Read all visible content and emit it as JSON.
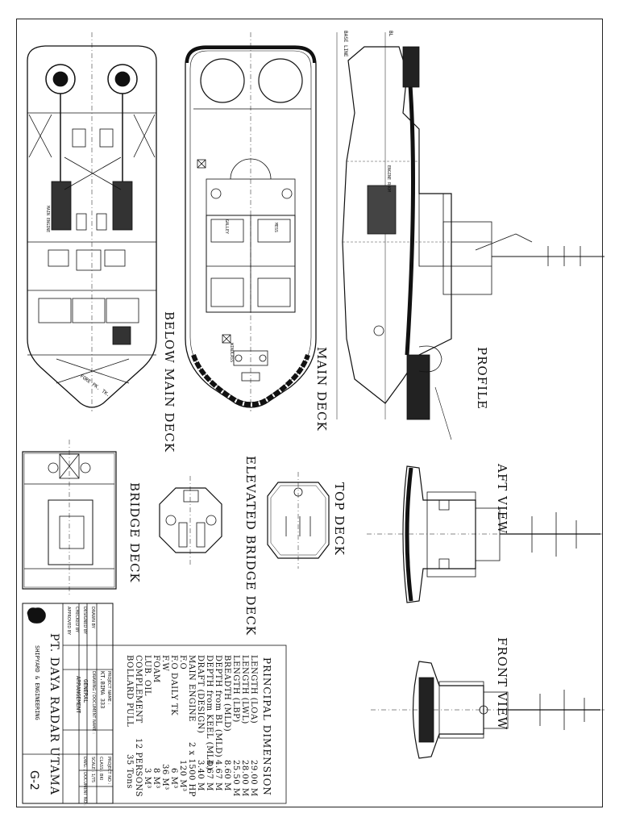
{
  "views": {
    "below_main_deck": "BELOW MAIN DECK",
    "main_deck": "MAIN DECK",
    "profile": "PROFILE",
    "aft_view": "AFT VIEW",
    "front_view": "FRONT VIEW",
    "bridge_deck": "BRIDGE DECK",
    "elevated_bridge_deck": "ELEVATED BRIDGE DECK",
    "top_deck": "TOP DECK"
  },
  "labels": {
    "base_line": "BASE LINE",
    "bl": "BL",
    "fore_pk_tk": "FORE PK. TK.",
    "main_engine_lbl": "MAIN ENGINE",
    "engine_room": "ENGINE ROOM",
    "galley": "GALLEY",
    "mess": "MESS",
    "windlass": "WINDLASS"
  },
  "principal_dimension": {
    "title": "PRINCIPAL DIMENSION",
    "rows": [
      {
        "label": "LENGTH (LOA)",
        "value": "29.00",
        "unit": "M"
      },
      {
        "label": "LENGTH (LWL)",
        "value": "28.00",
        "unit": "M"
      },
      {
        "label": "LENGTH (LBP)",
        "value": "25.50",
        "unit": "M"
      },
      {
        "label": "BREADTH (MLD)",
        "value": "8.60",
        "unit": "M"
      },
      {
        "label": "DEPTH from BL (MLD)",
        "value": "4.67",
        "unit": "M"
      },
      {
        "label": "DEPTH from KEEL (MLD)",
        "value": "4.67",
        "unit": "M"
      },
      {
        "label": "DRAFT (DESIGN)",
        "value": "3.40",
        "unit": "M"
      },
      {
        "label": "MAIN ENGINE",
        "value": "2 x 1500",
        "unit": "HP"
      },
      {
        "label": "F.O",
        "value": "120",
        "unit": "M³"
      },
      {
        "label": "F.O DAILY TK",
        "value": "6",
        "unit": "M³"
      },
      {
        "label": "F.W",
        "value": "36",
        "unit": "M³"
      },
      {
        "label": "FOAM",
        "value": "8",
        "unit": "M³"
      },
      {
        "label": "LUB. OIL",
        "value": "3",
        "unit": "M³"
      },
      {
        "label": "COMPLEMENT",
        "value": "12",
        "unit": "PERSONS"
      },
      {
        "label": "BOLLARD PULL",
        "value": "35",
        "unit": "Tons"
      }
    ]
  },
  "title_block": {
    "company": "PT. DAYA RADAR UTAMA",
    "subtitle": "SHIPYARD & ENGINEERING",
    "project_name_label": "PROJECT NAME :",
    "project_name": "KT.BIMA 333",
    "drawing_label": "DRAWING / DOCUMENT NAME :",
    "drawing_name_1": "GENERAL",
    "drawing_name_2": "ARRANGEMENT",
    "drawing_no": "G-2",
    "rows": [
      "DRAWN BY",
      "DESIGNED BY",
      "CHECKED BY",
      "APPROVED BY"
    ],
    "project_no_label": "PROJECT NO :",
    "class_label": "CLASS : BKI",
    "scale_label": "SCALE : 1/75",
    "dwg_label": "DWG. / DOCUMENT NO :"
  }
}
